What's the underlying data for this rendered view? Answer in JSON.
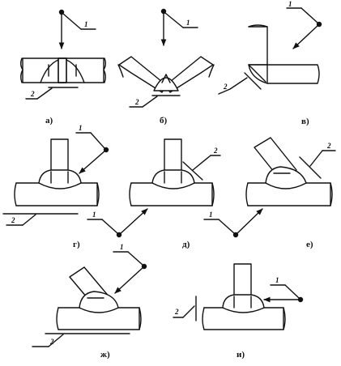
{
  "panels": [
    {
      "id": "a",
      "caption": "а)",
      "labels": [
        "1",
        "2"
      ]
    },
    {
      "id": "b",
      "caption": "б)",
      "labels": [
        "1",
        "2"
      ]
    },
    {
      "id": "v",
      "caption": "в)",
      "labels": [
        "1",
        "2"
      ]
    },
    {
      "id": "g",
      "caption": "г)",
      "labels": [
        "1",
        "2"
      ]
    },
    {
      "id": "d",
      "caption": "д)",
      "labels": [
        "2"
      ]
    },
    {
      "id": "e",
      "caption": "е)",
      "labels": [
        "2"
      ]
    },
    {
      "id": "zh",
      "caption": "ж)",
      "labels": [
        "1",
        "2"
      ]
    },
    {
      "id": "i",
      "caption": "и)",
      "labels": [
        "1",
        "2"
      ]
    }
  ],
  "shared_label_de": "1"
}
